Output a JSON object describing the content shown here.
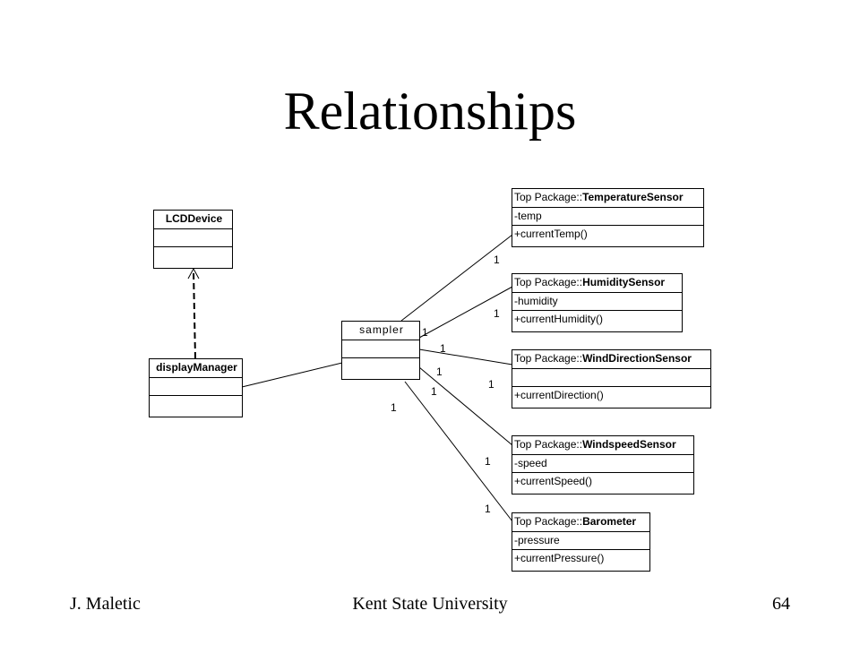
{
  "slide": {
    "title": "Relationships",
    "footer_left": "J. Maletic",
    "footer_center": "Kent State University",
    "footer_right": "64"
  },
  "classes": {
    "lcd": {
      "name": "LCDDevice"
    },
    "display": {
      "name": "displayManager"
    },
    "sampler": {
      "name": "sampler"
    },
    "temp": {
      "pkg": "Top Package::",
      "name": "TemperatureSensor",
      "attr": "-temp",
      "op": "+currentTemp()"
    },
    "humidity": {
      "pkg": "Top Package::",
      "name": "HumiditySensor",
      "attr": "-humidity",
      "op": "+currentHumidity()"
    },
    "wind": {
      "pkg": "Top Package::",
      "name": "WindDirectionSensor",
      "attr": "",
      "op": "+currentDirection()"
    },
    "speed": {
      "pkg": "Top Package::",
      "name": "WindspeedSensor",
      "attr": "-speed",
      "op": "+currentSpeed()"
    },
    "baro": {
      "pkg": "Top Package::",
      "name": "Barometer",
      "attr": "-pressure",
      "op": "+currentPressure()"
    }
  },
  "multiplicities": {
    "temp_end": "1",
    "humidity_end": "1",
    "wind_end": "1",
    "speed_end": "1",
    "baro_end": "1",
    "s1": "1",
    "s2": "1",
    "s3": "1",
    "s4": "1",
    "s5": "1"
  }
}
